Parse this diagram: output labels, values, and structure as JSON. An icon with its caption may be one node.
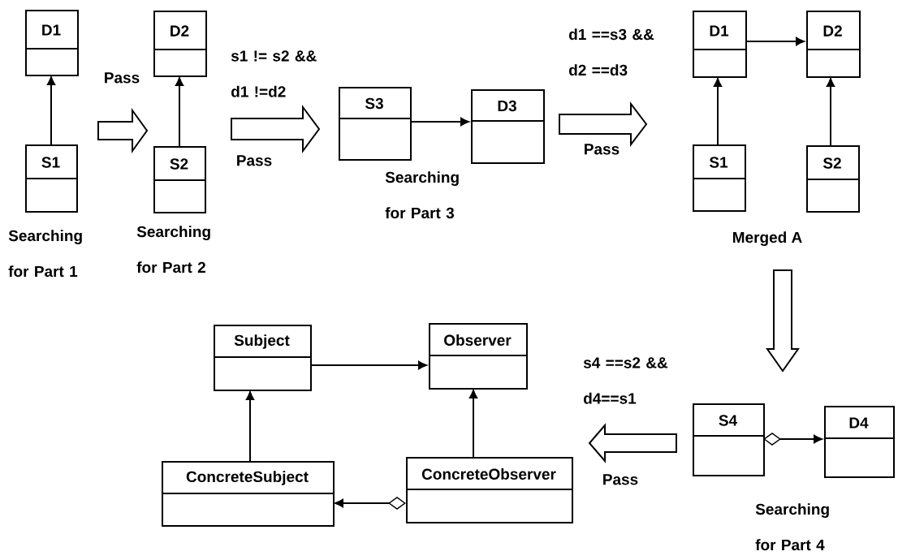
{
  "diagram": {
    "nodes": [
      {
        "text": [
          "D1"
        ]
      },
      {
        "text": [
          "S1"
        ]
      },
      {
        "text": [
          "D2"
        ]
      },
      {
        "text": [
          "S2"
        ]
      },
      {
        "text": [
          "S3"
        ]
      },
      {
        "text": [
          "D3"
        ]
      },
      {
        "text": [
          "D1"
        ]
      },
      {
        "text": [
          "D2"
        ]
      },
      {
        "text": [
          "S1"
        ]
      },
      {
        "text": [
          "S2"
        ]
      },
      {
        "text": [
          "Subject"
        ]
      },
      {
        "text": [
          "Observer"
        ]
      },
      {
        "text": [
          "S4"
        ]
      },
      {
        "text": [
          "D4"
        ]
      },
      {
        "text": [
          "ConcreteSubject"
        ]
      },
      {
        "text": [
          "ConcreteObserver"
        ]
      }
    ],
    "edges": [
      {
        "from": 1,
        "to": 0,
        "arrow": "to"
      },
      {
        "from": 3,
        "to": 2,
        "arrow": "to"
      },
      {
        "from": 4,
        "to": 5,
        "arrow": "to"
      },
      {
        "from": 6,
        "to": 7,
        "arrow": "to"
      },
      {
        "from": 8,
        "to": 6,
        "arrow": "to"
      },
      {
        "from": 9,
        "to": 7,
        "arrow": "to"
      },
      {
        "from": 10,
        "to": 11,
        "arrow": "to"
      },
      {
        "from": 14,
        "to": 10,
        "arrow": "to"
      },
      {
        "from": 15,
        "to": 11,
        "arrow": "to"
      },
      {
        "from": 12,
        "to": 13,
        "arrow": "to"
      },
      {
        "from": 15,
        "to": 14,
        "arrow": "to"
      },
      {
        "from": 1,
        "to": 3,
        "arrow": "to",
        "label": "Pass"
      },
      {
        "from": 3,
        "to": 4,
        "arrow": "to",
        "label": "Pass"
      },
      {
        "from": 5,
        "to": 8,
        "arrow": "to",
        "label": "Pass"
      },
      {
        "from": 9,
        "to": 12,
        "arrow": "to"
      },
      {
        "from": 12,
        "to": 15,
        "arrow": "to",
        "label": "Pass"
      }
    ],
    "labels": [
      "d1 ==s3 && d2 ==d3",
      "s1 != s2 && d1 !=d2",
      "Searching for Part 3",
      "Searching for Part 2",
      "Searching for Part 1",
      "Merged A",
      "s4 ==s2 && d4==s1",
      "Searching for Part 4"
    ]
  }
}
